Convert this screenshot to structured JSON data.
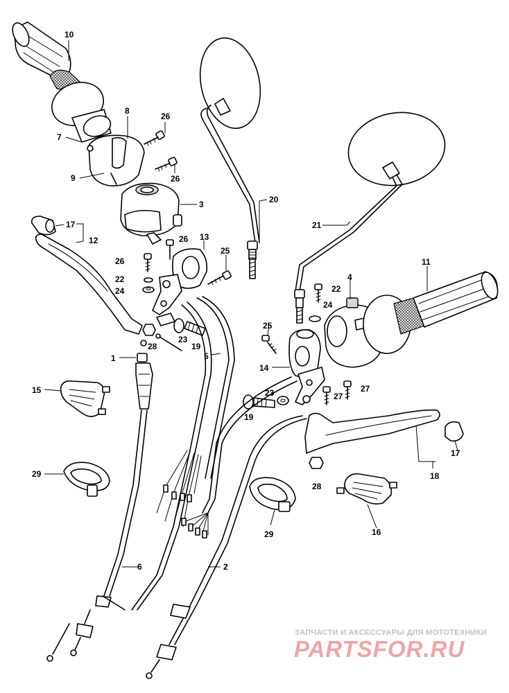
{
  "part_numbers": {
    "n1": "1",
    "n2": "2",
    "n3": "3",
    "n4": "4",
    "n5": "5",
    "n6": "6",
    "n7": "7",
    "n8": "8",
    "n9": "9",
    "n10": "10",
    "n11": "11",
    "n12": "12",
    "n13": "13",
    "n14": "14",
    "n15": "15",
    "n16": "16",
    "n17a": "17",
    "n17b": "17",
    "n18": "18",
    "n19a": "19",
    "n19b": "19",
    "n20": "20",
    "n21": "21",
    "n22a": "22",
    "n22b": "22",
    "n23a": "23",
    "n23b": "23",
    "n24a": "24",
    "n24b": "24",
    "n25a": "25",
    "n25b": "25",
    "n26a": "26",
    "n26b": "26",
    "n26c": "26",
    "n26d": "26",
    "n27a": "27",
    "n27b": "27",
    "n28a": "28",
    "n28b": "28",
    "n29a": "29",
    "n29b": "29"
  },
  "watermark": {
    "subtitle": "ЗАПЧАСТИ И АКСЕССУАРЫ ДЛЯ МОТОТЕХНИКИ",
    "logo": "PARTSFOR.RU",
    "logo_color": "#f0a4a4"
  }
}
